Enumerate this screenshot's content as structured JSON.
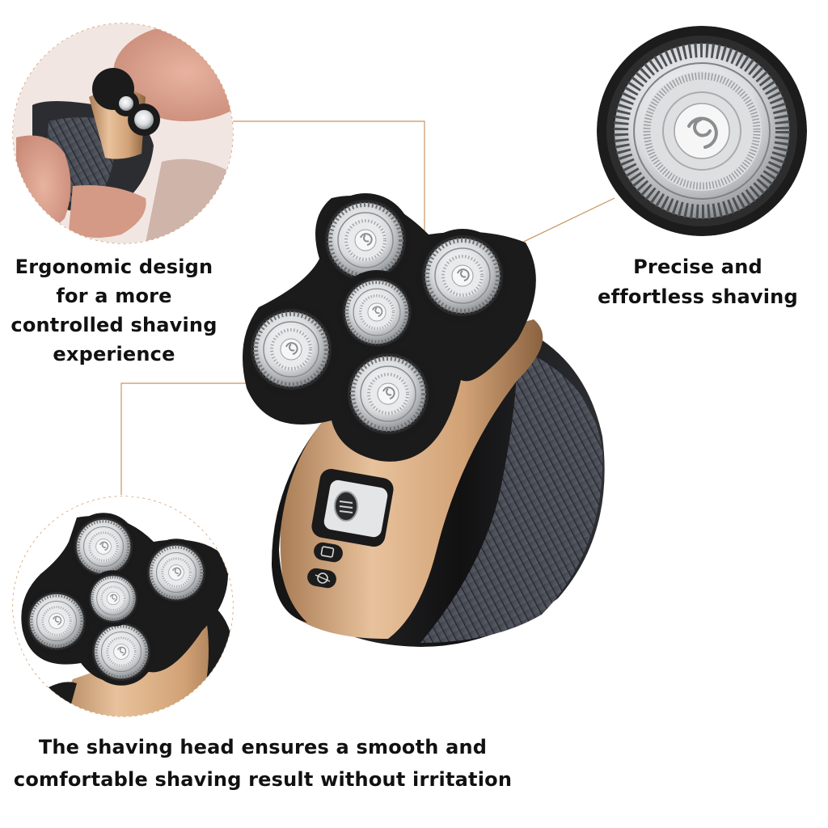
{
  "colors": {
    "accent_line": "#c8955e",
    "gold_body": "#d4a57a",
    "black_body": "#1b1b1c",
    "foil_silver": "#cfd2d4",
    "text": "#111111"
  },
  "captions": {
    "ergonomic": "Ergonomic design for a more controlled shaving experience",
    "precise": "Precise and effortless shaving",
    "shaving_head": "The shaving head ensures a smooth and comfortable shaving result without irritation"
  },
  "icons": [
    "power-switch-icon",
    "razor-mode-icon",
    "trimmer-mode-icon"
  ]
}
